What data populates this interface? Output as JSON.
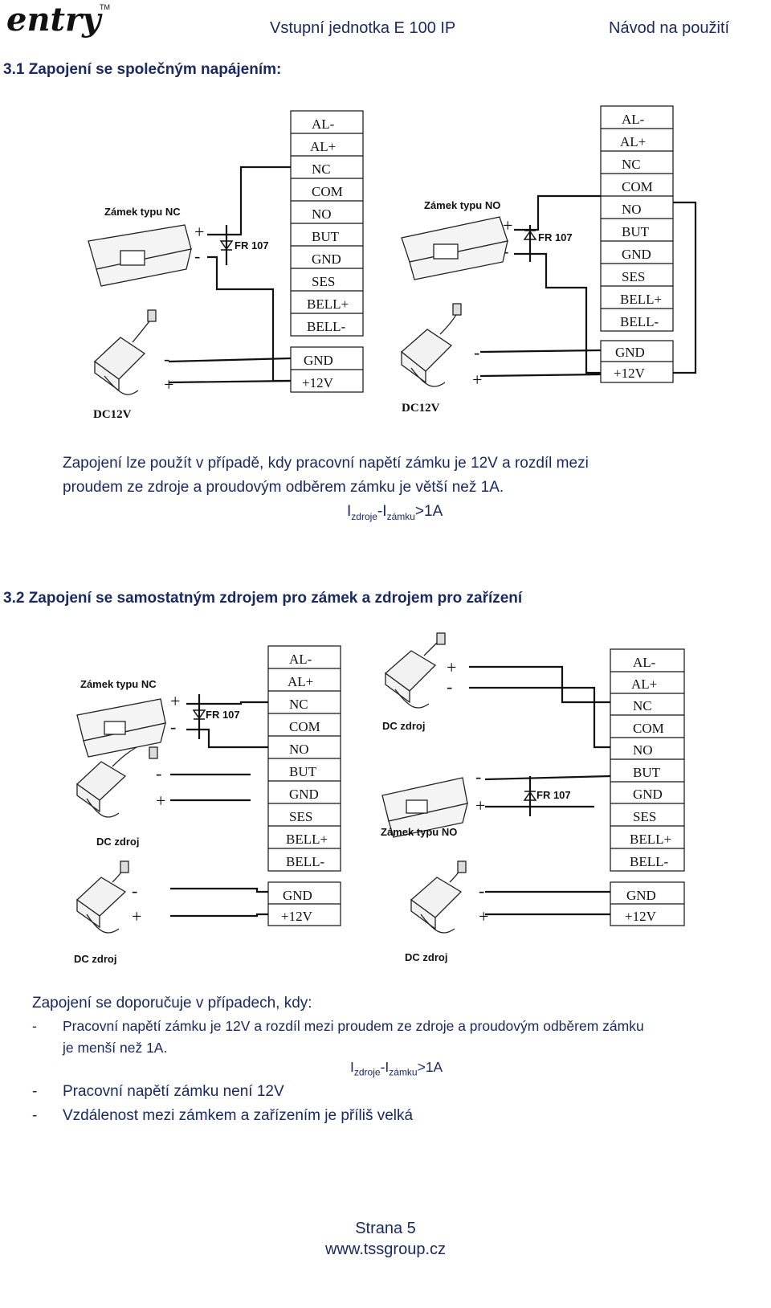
{
  "header": {
    "logo_text": "entry",
    "logo_tm": "TM",
    "doc_title": "Vstupní jednotka E 100 IP",
    "doc_type": "Návod na použití"
  },
  "section1": {
    "heading": "3.1 Zapojení se společným napájením:",
    "para_line1": "Zapojení lze použít v případě, kdy pracovní napětí zámku je 12V a rozdíl mezi",
    "para_line2": "proudem ze zdroje a proudovým odběrem zámku je větší než 1A.",
    "formula": {
      "i": "I",
      "sub1": "zdroje",
      "dash": "-I",
      "sub2": "zámku",
      "rest": ">1A"
    }
  },
  "section2": {
    "heading": "3.2 Zapojení se samostatným zdrojem pro zámek a zdrojem pro zařízení",
    "intro": "Zapojení se doporučuje v případech, kdy:",
    "bullet_dash": "-",
    "bullet1_line1": "Pracovní napětí zámku je 12V a rozdíl mezi proudem ze zdroje a proudovým odběrem zámku",
    "bullet1_line2": "je menší než 1A.",
    "formula": {
      "i": "I",
      "sub1": "zdroje",
      "dash": "-I",
      "sub2": "zámku",
      "rest": ">1A"
    },
    "bullet2": "Pracovní napětí zámku není 12V",
    "bullet3": "Vzdálenost mezi zámkem a zařízením je příliš velká"
  },
  "diagram_labels": {
    "terminals": [
      "AL-",
      "AL+",
      "NC",
      "COM",
      "NO",
      "BUT",
      "GND",
      "SES",
      "BELL+",
      "BELL-"
    ],
    "power_terminals": [
      "GND",
      "+12V"
    ],
    "lock_nc": "Zámek typu NC",
    "lock_no": "Zámek typu NO",
    "diode": "FR 107",
    "dc12v": "DC12V",
    "dc_zdroj": "DC zdroj",
    "plus": "+",
    "minus": "-"
  },
  "footer": {
    "page": "Strana 5",
    "url": "www.tssgroup.cz"
  }
}
